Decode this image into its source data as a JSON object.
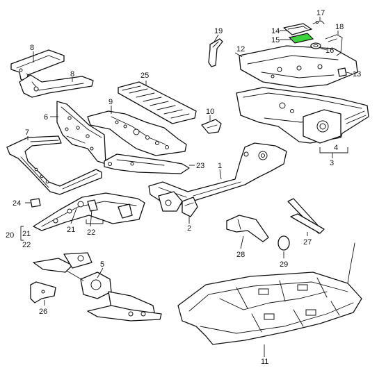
{
  "highlight_color": "#3fd23f",
  "callouts": [
    {
      "id": "c1",
      "label": "1"
    },
    {
      "id": "c2",
      "label": "2"
    },
    {
      "id": "c3",
      "label": "3"
    },
    {
      "id": "c4",
      "label": "4"
    },
    {
      "id": "c5",
      "label": "5"
    },
    {
      "id": "c6",
      "label": "6"
    },
    {
      "id": "c7",
      "label": "7"
    },
    {
      "id": "c8a",
      "label": "8"
    },
    {
      "id": "c8b",
      "label": "8"
    },
    {
      "id": "c9",
      "label": "9"
    },
    {
      "id": "c10",
      "label": "10"
    },
    {
      "id": "c11",
      "label": "11"
    },
    {
      "id": "c12",
      "label": "12"
    },
    {
      "id": "c13",
      "label": "13"
    },
    {
      "id": "c14",
      "label": "14"
    },
    {
      "id": "c15",
      "label": "15"
    },
    {
      "id": "c16",
      "label": "16"
    },
    {
      "id": "c17",
      "label": "17"
    },
    {
      "id": "c18",
      "label": "18"
    },
    {
      "id": "c19",
      "label": "19"
    },
    {
      "id": "c20",
      "label": "20"
    },
    {
      "id": "c21a",
      "label": "21"
    },
    {
      "id": "c21b",
      "label": "21"
    },
    {
      "id": "c22a",
      "label": "22"
    },
    {
      "id": "c22b",
      "label": "22"
    },
    {
      "id": "c23",
      "label": "23"
    },
    {
      "id": "c24",
      "label": "24"
    },
    {
      "id": "c25",
      "label": "25"
    },
    {
      "id": "c26",
      "label": "26"
    },
    {
      "id": "c27",
      "label": "27"
    },
    {
      "id": "c28",
      "label": "28"
    },
    {
      "id": "c29",
      "label": "29"
    }
  ]
}
